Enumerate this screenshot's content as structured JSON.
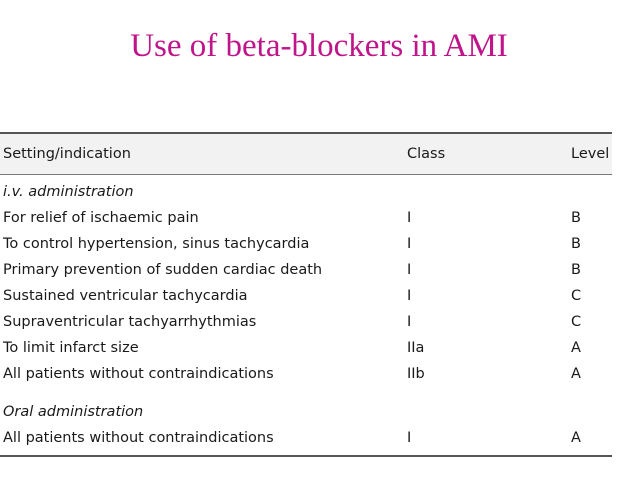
{
  "title": "Use of beta-blockers in AMI",
  "table": {
    "headers": {
      "setting": "Setting/indication",
      "class": "Class",
      "level": "Level"
    },
    "sections": [
      {
        "title": "i.v. administration",
        "rows": [
          {
            "setting": "For relief of ischaemic pain",
            "class": "I",
            "level": "B"
          },
          {
            "setting": "To control hypertension, sinus tachycardia",
            "class": "I",
            "level": "B"
          },
          {
            "setting": "Primary prevention of sudden cardiac death",
            "class": "I",
            "level": "B"
          },
          {
            "setting": "Sustained ventricular tachycardia",
            "class": "I",
            "level": "C"
          },
          {
            "setting": "Supraventricular tachyarrhythmias",
            "class": "I",
            "level": "C"
          },
          {
            "setting": "To limit infarct size",
            "class": "IIa",
            "level": "A"
          },
          {
            "setting": "All patients without contraindications",
            "class": "IIb",
            "level": "A"
          }
        ]
      },
      {
        "title": "Oral administration",
        "rows": [
          {
            "setting": "All patients without contraindications",
            "class": "I",
            "level": "A"
          }
        ]
      }
    ]
  }
}
